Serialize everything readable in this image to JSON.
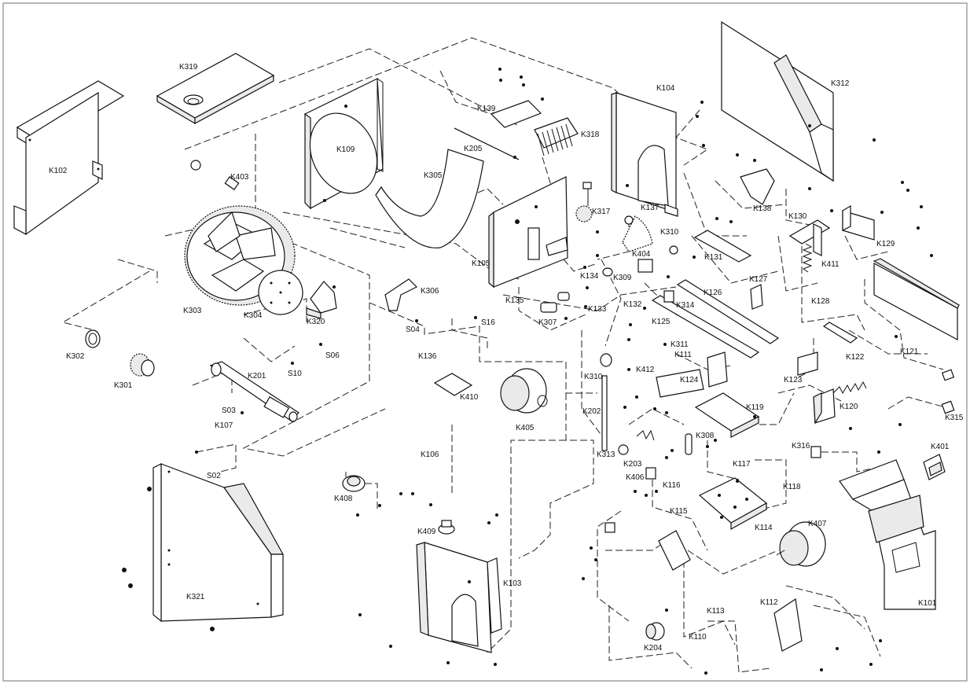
{
  "diagram": {
    "title": "",
    "labels": {
      "K102": "K102",
      "K319": "K319",
      "K403": "K403",
      "K303": "K303",
      "K304": "K304",
      "K320": "K320",
      "S06": "S06",
      "S10": "S10",
      "K302": "K302",
      "K301": "K301",
      "K201": "K201",
      "S03": "S03",
      "K107": "K107",
      "S02": "S02",
      "K321": "K321",
      "K109": "K109",
      "K305": "K305",
      "K205": "K205",
      "K139": "K139",
      "K318": "K318",
      "K317": "K317",
      "K105": "K105",
      "K135": "K135",
      "K134": "K134",
      "K307": "K307",
      "K133": "K133",
      "K306": "K306",
      "S04": "S04",
      "S16": "S16",
      "K136": "K136",
      "K410": "K410",
      "K405": "K405",
      "K106": "K106",
      "K408": "K408",
      "K409": "K409",
      "K103": "K103",
      "K104": "K104",
      "K137": "K137",
      "K310a": "K310",
      "K309": "K309",
      "K404": "K404",
      "K132": "K132",
      "K314": "K314",
      "K125": "K125",
      "K126": "K126",
      "K311": "K311",
      "K111": "K111",
      "K310b": "K310",
      "K412": "K412",
      "K124": "K124",
      "K202": "K202",
      "K313": "K313",
      "K203": "K203",
      "K406": "K406",
      "K116": "K116",
      "K308": "K308",
      "K119": "K119",
      "K117": "K117",
      "K115": "K115",
      "K114": "K114",
      "K118": "K118",
      "K113": "K113",
      "K204": "K204",
      "K110": "K110",
      "K112": "K112",
      "K407": "K407",
      "K312": "K312",
      "K138": "K138",
      "K130": "K130",
      "K129": "K129",
      "K131": "K131",
      "K127": "K127",
      "K411": "K411",
      "K128": "K128",
      "K122": "K122",
      "K121": "K121",
      "K123": "K123",
      "K120": "K120",
      "K315": "K315",
      "K316": "K316",
      "K401": "K401",
      "K101": "K101"
    }
  }
}
